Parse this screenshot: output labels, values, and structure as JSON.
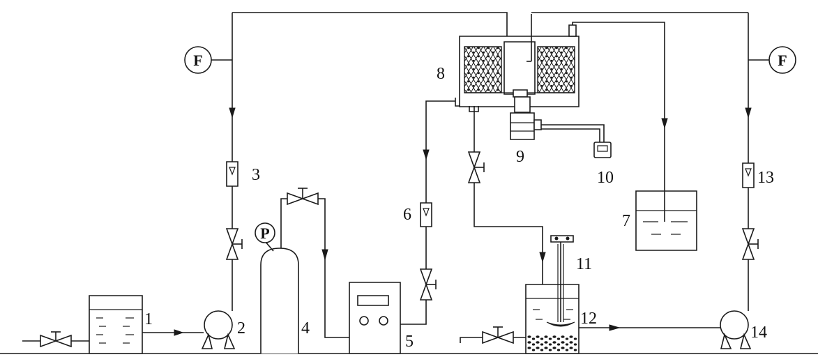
{
  "diagram": {
    "labels": {
      "n1": "1",
      "n2": "2",
      "n3": "3",
      "n4": "4",
      "n5": "5",
      "n6": "6",
      "n7": "7",
      "n8": "8",
      "n9": "9",
      "n10": "10",
      "n11": "11",
      "n12": "12",
      "n13": "13",
      "n14": "14"
    },
    "gauges": {
      "flow_left": "F",
      "flow_right": "F",
      "pressure": "P"
    }
  }
}
